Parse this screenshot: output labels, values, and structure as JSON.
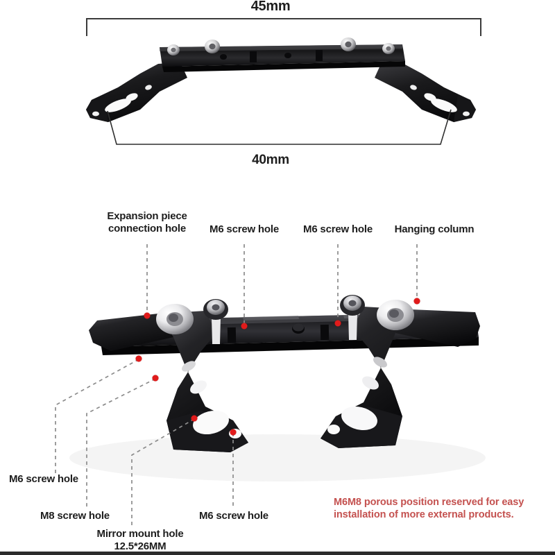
{
  "page": {
    "title": "Motorcycle bracket specification diagram",
    "background_color": "#ffffff",
    "accent_red": "#e01b1b",
    "note_red": "#c4514f",
    "line_gray": "#8c8c8c",
    "metal_black": "#1c1c1e"
  },
  "dimensions": {
    "width_label": "45mm",
    "inner_width_label": "40mm"
  },
  "callouts": {
    "expansion_piece": "Expansion piece\nconnection hole",
    "m6_screw_hole_top_left": "M6 screw hole",
    "m6_screw_hole_top_right": "M6 screw hole",
    "hanging_column": "Hanging column",
    "m6_screw_hole_left": "M6 screw hole",
    "m8_screw_hole": "M8 screw hole",
    "mirror_mount_hole": "Mirror mount hole\n12.5*26MM",
    "m6_screw_hole_bottom": "M6 screw hole"
  },
  "note": {
    "text": "M6M8 porous position reserved for easy\ninstallation of more external products."
  },
  "chart_data": {
    "type": "table",
    "title": "Bracket hole specification callouts",
    "categories": [
      "Expansion piece connection hole",
      "M6 screw hole",
      "M6 screw hole",
      "Hanging column",
      "M6 screw hole",
      "M8 screw hole",
      "Mirror mount hole 12.5*26MM",
      "M6 screw hole"
    ],
    "values": [
      1,
      1,
      1,
      1,
      1,
      1,
      1,
      1
    ],
    "annotations": [
      "45mm overall width",
      "40mm inner width"
    ]
  }
}
